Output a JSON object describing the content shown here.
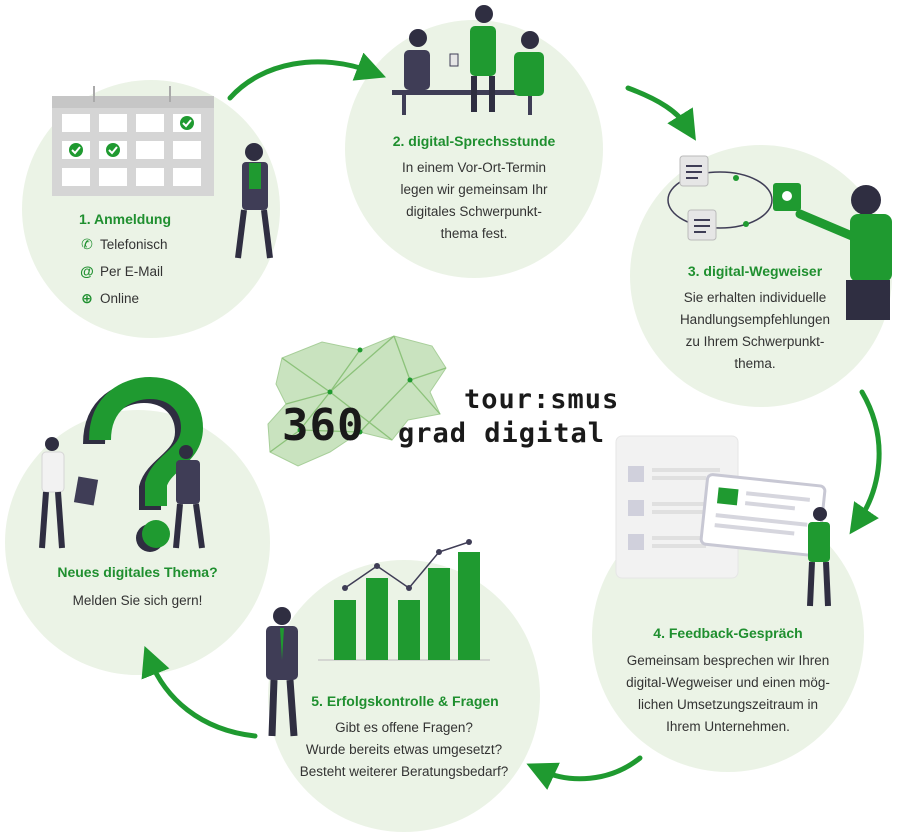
{
  "logo": {
    "big": "360",
    "line1": "tour:smus",
    "line2": "grad digital"
  },
  "step1": {
    "title": "1. Anmeldung",
    "contacts": [
      {
        "icon": "phone-icon",
        "label": "Telefonisch"
      },
      {
        "icon": "at-icon",
        "label": "Per E-Mail"
      },
      {
        "icon": "globe-icon",
        "label": "Online"
      }
    ]
  },
  "step2": {
    "title": "2. digital-Sprechsstunde",
    "lines": [
      "In einem Vor-Ort-Termin",
      "legen wir gemeinsam Ihr",
      "digitales Schwerpunkt-",
      "thema fest."
    ]
  },
  "step3": {
    "title": "3. digital-Wegweiser",
    "lines": [
      "Sie erhalten individuelle",
      "Handlungsempfehlungen",
      "zu Ihrem Schwerpunkt-",
      "thema."
    ]
  },
  "step4": {
    "title": "4. Feedback-Gespräch",
    "lines": [
      "Gemeinsam besprechen wir Ihren",
      "digital-Wegweiser und einen mög-",
      "lichen Umsetzungszeitraum in",
      "Ihrem Unternehmen."
    ]
  },
  "step5": {
    "title": "5. Erfolgskontrolle & Fragen",
    "lines": [
      "Gibt es offene Fragen?",
      "Wurde bereits etwas umgesetzt?",
      "Besteht weiterer Beratungsbedarf?"
    ]
  },
  "step6": {
    "title": "Neues digitales Thema?",
    "lines": [
      "Melden Sie sich gern!"
    ]
  },
  "colors": {
    "accent": "#1f8f2f",
    "circle": "#ebf3e6",
    "dark": "#2f2e41"
  }
}
